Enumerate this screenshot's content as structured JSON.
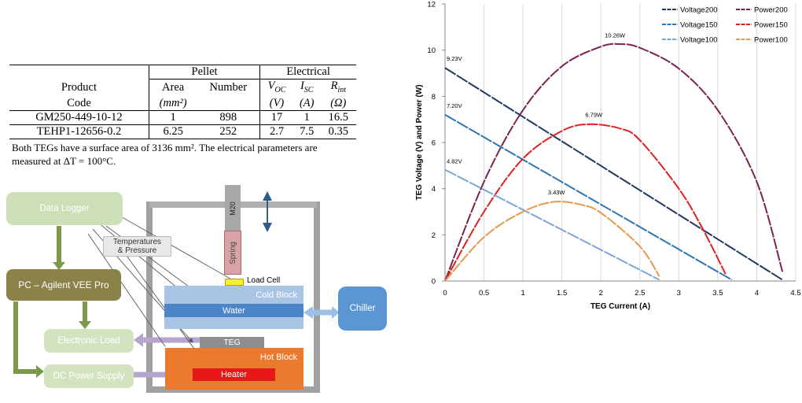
{
  "table": {
    "group_headers": {
      "pellet": "Pellet",
      "electrical": "Electrical"
    },
    "col_product_line1": "Product",
    "col_product_line2": "Code",
    "col_area_line1": "Area",
    "col_area_line2": "(mm²)",
    "col_number": "Number",
    "col_voc_line1": "V_OC",
    "col_voc_line2": "(V)",
    "col_isc_line1": "I_SC",
    "col_isc_line2": "(A)",
    "col_rint_line1": "R_int",
    "col_rint_line2": "(Ω)",
    "rows": [
      {
        "code": "GM250-449-10-12",
        "area": "1",
        "number": "898",
        "voc": "17",
        "isc": "1",
        "rint": "16.5"
      },
      {
        "code": "TEHP1-12656-0.2",
        "area": "6.25",
        "number": "252",
        "voc": "2.7",
        "isc": "7.5",
        "rint": "0.35"
      }
    ],
    "caption": "Both TEGs have a surface area of 3136 mm². The electrical parameters are measured at ΔT = 100°C."
  },
  "diagram": {
    "data_logger": "Data Logger",
    "pc": "PC – Agilent VEE Pro",
    "electronic_load": "Electronic Load",
    "dc_power_supply": "DC Power Supply",
    "temperatures_line1": "Temperatures",
    "temperatures_line2": "& Pressure",
    "m20": "M20",
    "spring": "Spring",
    "load_cell": "Load Cell",
    "cold_block": "Cold Block",
    "water": "Water",
    "chiller": "Chiller",
    "teg": "TEG",
    "hot_block": "Hot Block",
    "heater": "Heater",
    "colors": {
      "green": "#cddfb6",
      "olive": "#8a8248",
      "blue": "#5b96d3",
      "orange": "#ea7a2e",
      "red": "#e81818"
    }
  },
  "chart_data": {
    "type": "line",
    "xlabel": "TEG Current (A)",
    "ylabel": "TEG Voltage (V) and Power (W)",
    "xlim": [
      0,
      4.5
    ],
    "ylim": [
      0,
      12
    ],
    "xticks": [
      "0",
      "0.5",
      "1",
      "1.5",
      "2",
      "2.5",
      "3",
      "3.5",
      "4",
      "4.5"
    ],
    "yticks": [
      "0",
      "2",
      "4",
      "6",
      "8",
      "10",
      "12"
    ],
    "grid": "vertical",
    "legend": "top-right",
    "series": [
      {
        "name": "Voltage200",
        "kind": "voltage",
        "color": "#1f3864",
        "x": [
          0,
          4.33
        ],
        "y": [
          9.23,
          0.05
        ]
      },
      {
        "name": "Power200",
        "kind": "power",
        "color": "#7a2252",
        "x": [
          0,
          0.5,
          1.0,
          1.5,
          2.0,
          2.25,
          2.5,
          3.0,
          3.5,
          4.0,
          4.33
        ],
        "y": [
          0,
          4.3,
          7.4,
          9.3,
          10.15,
          10.26,
          10.1,
          9.2,
          7.4,
          4.3,
          0.4
        ]
      },
      {
        "name": "Voltage150",
        "kind": "voltage",
        "color": "#2e75b6",
        "x": [
          0,
          3.68
        ],
        "y": [
          7.2,
          0.05
        ]
      },
      {
        "name": "Power150",
        "kind": "power",
        "color": "#e02020",
        "x": [
          0,
          0.5,
          1.0,
          1.5,
          1.85,
          2.25,
          2.5,
          3.0,
          3.3,
          3.6
        ],
        "y": [
          0,
          3.0,
          5.3,
          6.5,
          6.79,
          6.6,
          6.1,
          4.0,
          2.3,
          0.3
        ]
      },
      {
        "name": "Voltage100",
        "kind": "voltage",
        "color": "#7aa6d8",
        "x": [
          0,
          2.75
        ],
        "y": [
          4.82,
          0.05
        ]
      },
      {
        "name": "Power100",
        "kind": "power",
        "color": "#e39a4d",
        "x": [
          0,
          0.5,
          1.0,
          1.4,
          1.75,
          2.0,
          2.5,
          2.75
        ],
        "y": [
          0,
          1.9,
          3.0,
          3.43,
          3.3,
          2.95,
          1.5,
          0.2
        ]
      }
    ],
    "annotations": [
      {
        "text": "9.23V",
        "x": 0.02,
        "y": 9.55
      },
      {
        "text": "7.20V",
        "x": 0.02,
        "y": 7.5
      },
      {
        "text": "4.82V",
        "x": 0.02,
        "y": 5.1
      },
      {
        "text": "10.26W",
        "x": 2.05,
        "y": 10.55
      },
      {
        "text": "6.79W",
        "x": 1.8,
        "y": 7.1
      },
      {
        "text": "3.43W",
        "x": 1.32,
        "y": 3.75
      }
    ]
  }
}
